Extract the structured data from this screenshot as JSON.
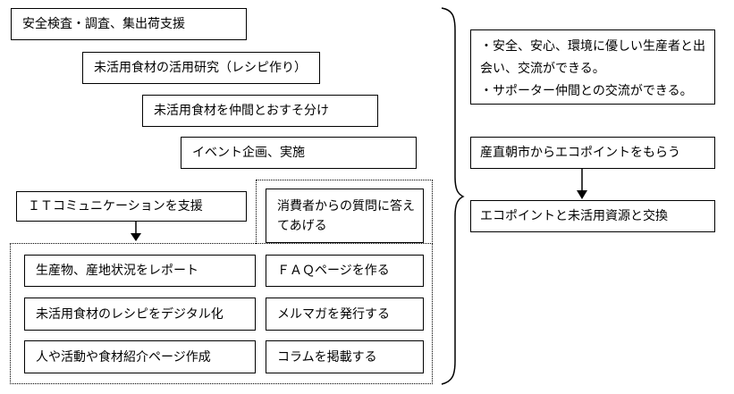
{
  "left_boxes": {
    "b1": "安全検査・調査、集出荷支援",
    "b2": "未活用食材の活用研究（レシピ作り）",
    "b3": "未活用食材を仲間とおすそ分け",
    "b4": "イベント企画、実施",
    "b5": "ＩＴコミュニケーションを支援",
    "b6": "消費者からの質問に答えてあげる",
    "b7": "生産物、産地状況をレポート",
    "b8": "ＦＡＱページを作る",
    "b9": "未活用食材のレシピをデジタル化",
    "b10": "メルマガを発行する",
    "b11": "人や活動や食材紹介ページ作成",
    "b12": "コラムを掲載する"
  },
  "right_boxes": {
    "benefits_line1": "・安全、安心、環境に優しい生産者と出会い、交流ができる。",
    "benefits_line2": "・サポーター仲間との交流ができる。",
    "points_get": "産直朝市からエコポイントをもらう",
    "points_exchange": "エコポイントと未活用資源と交換"
  }
}
